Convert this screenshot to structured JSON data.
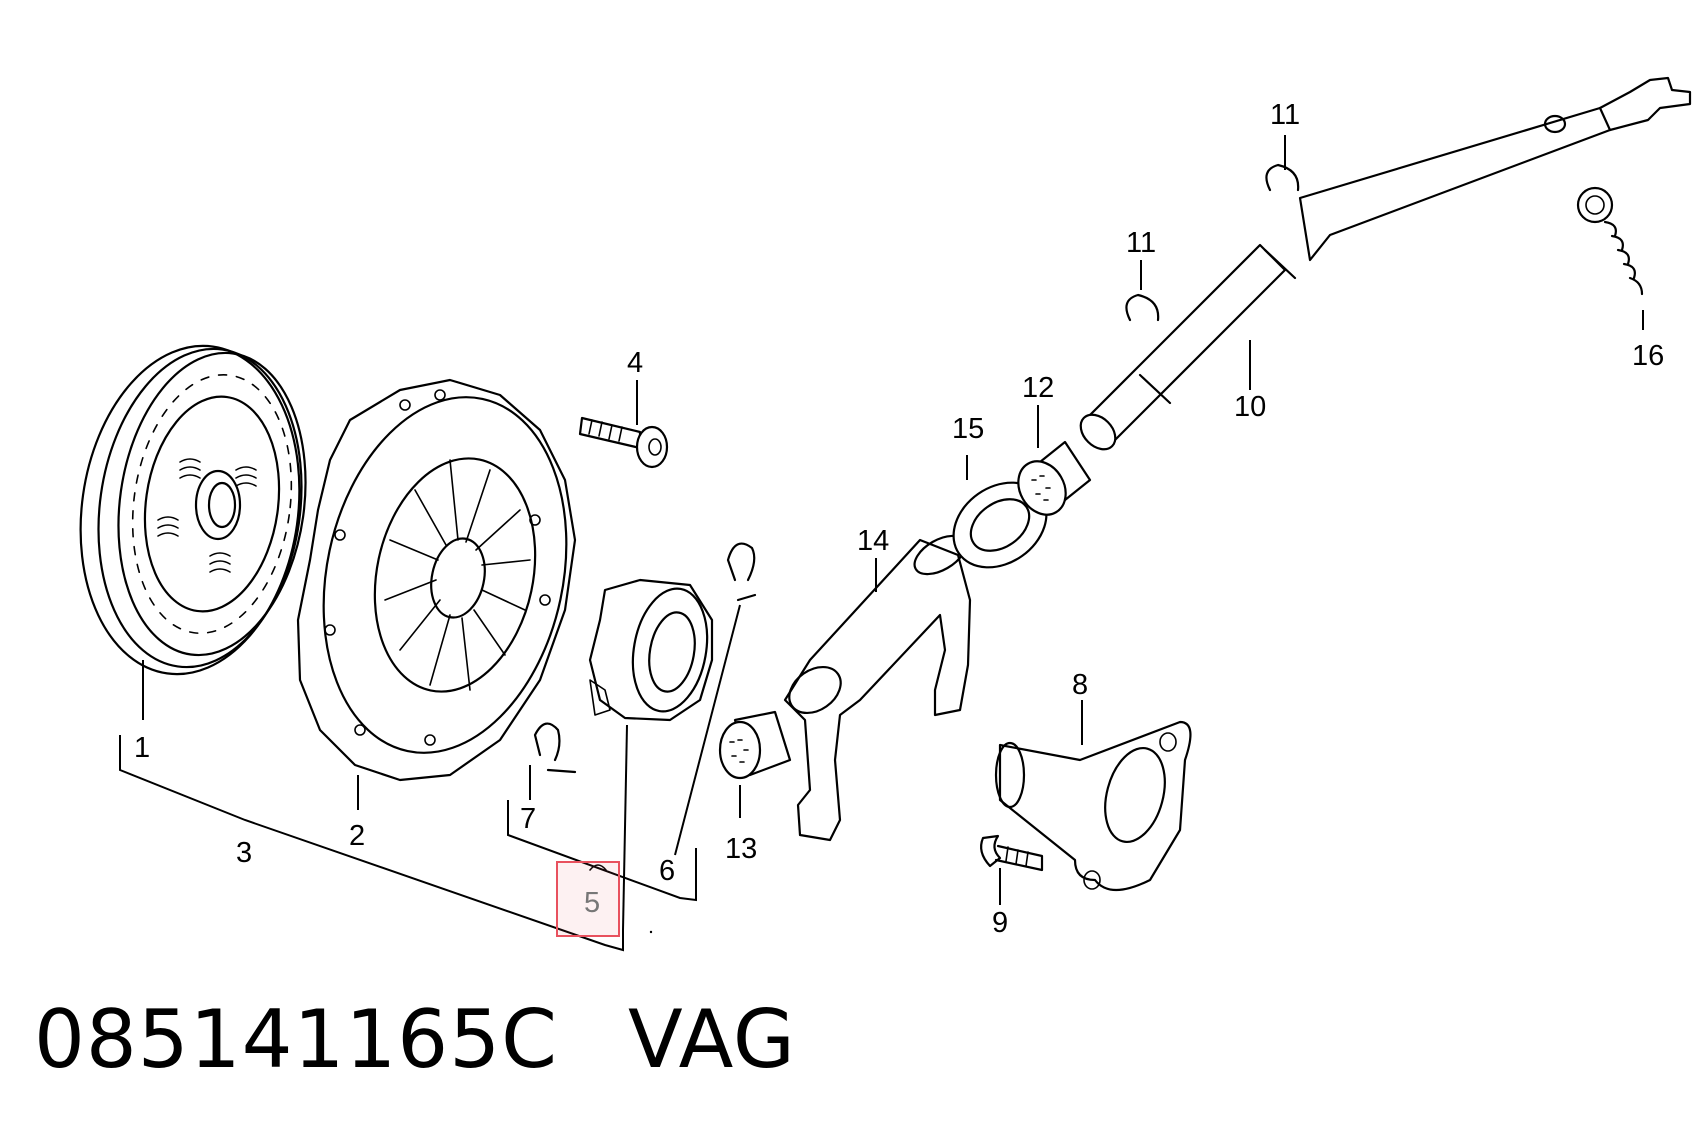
{
  "part_number": "085141165C",
  "brand": "VAG",
  "highlighted_callout": "5",
  "callouts": {
    "c1": "1",
    "c2": "2",
    "c3": "3",
    "c4": "4",
    "c5": "5",
    "c6": "6",
    "c7": "7",
    "c8": "8",
    "c9": "9",
    "c10": "10",
    "c11a": "11",
    "c11b": "11",
    "c12": "12",
    "c13": "13",
    "c14": "14",
    "c15": "15",
    "c16": "16"
  },
  "highlight_color": "#e8515e"
}
